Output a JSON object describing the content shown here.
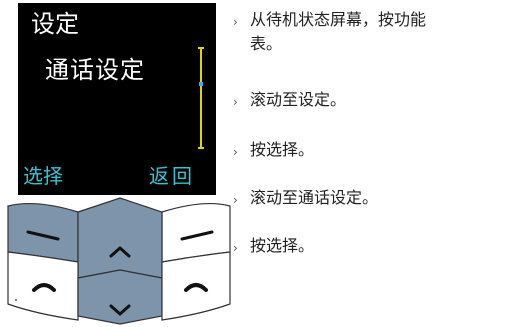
{
  "screen": {
    "title": "设定",
    "selected_item": "通话设定",
    "left_softkey": "选择",
    "right_softkey": "返回",
    "colors": {
      "background": "#000000",
      "text": "#ffffff",
      "softkeys": "#2ec5d6",
      "scrollbar": "#e6d400",
      "scroll_thumb": "#39a6ff"
    }
  },
  "keypad": {
    "keys": [
      "left-softkey-icon",
      "up-arrow-icon",
      "right-softkey-icon",
      "call-icon",
      "down-arrow-icon",
      "end-call-icon"
    ],
    "colors": {
      "key_face": "#7d94ab",
      "key_white": "#ffffff"
    }
  },
  "instructions": [
    {
      "marker": "›",
      "line1": "从待机状态屏幕，按功能",
      "line2": "表。"
    },
    {
      "marker": "›",
      "line1": "滚动至设定。"
    },
    {
      "marker": "›",
      "line1": "按选择。"
    },
    {
      "marker": "›",
      "line1": "滚动至通话设定。"
    },
    {
      "marker": "›",
      "line1": "按选择。"
    }
  ]
}
